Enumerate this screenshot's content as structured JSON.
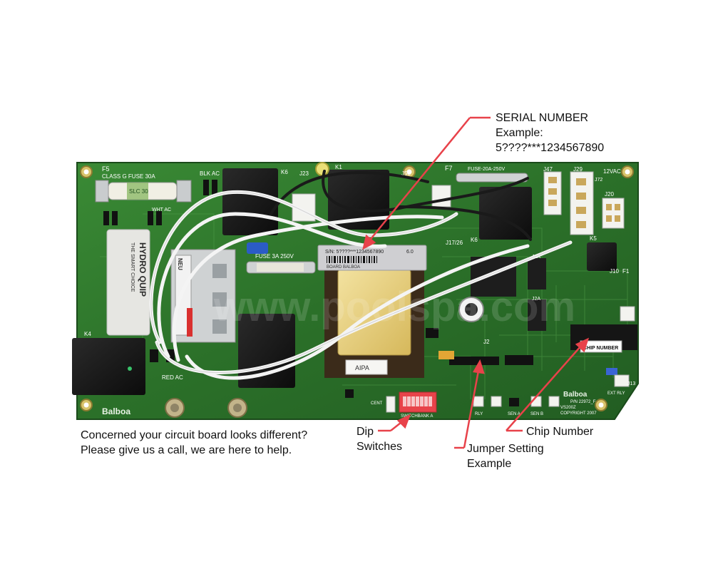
{
  "board": {
    "pcb_color": "#2f7a2e",
    "fuse_f5_label": "F5",
    "fuse_f5_class": "CLASS G  FUSE 30A",
    "fuse_f5_part": "SLC 30",
    "fuse_f7_label": "F7",
    "fuse_f7_rating": "FUSE-20A-250V",
    "fuse_3a_label": "FUSE 3A 250V",
    "k1": "K1",
    "k4": "K4",
    "k5": "K5",
    "k6a": "K6",
    "k6b": "K6",
    "blk_ac": "BLK AC",
    "wht_ac": "WHT AC",
    "red_ac": "RED AC",
    "vac12": "12VAC",
    "j23": "J23",
    "j29": "J29",
    "j20": "J20",
    "j47": "J47",
    "j72": "J72",
    "j50": "J50",
    "j17": "J17/26",
    "j10": "J10",
    "f1": "F1",
    "j2": "J2",
    "j13": "J13",
    "j11a": "J1A",
    "j2a": "J2A",
    "neutral_fragment": "NEU",
    "hydroquip_brand": "HYDRO QUIP",
    "hydroquip_tagline": "THE SMART CHOICE",
    "transformer_label": "AIPA",
    "balboa_logo_left": "Balboa",
    "balboa_logo_right": "Balboa",
    "switchbank_label": "SWITCHBANK A",
    "rly_label": "RLY",
    "ext_rly_label": "EXT RLY",
    "sen_a": "SEN A",
    "sen_b": "SEN B",
    "copyright_text": "COPYRIGHT 2007",
    "part_number": "P/N 22972_F",
    "model_fragment": "VS200Z",
    "cent_label": "CENT",
    "serial_sticker_text": "S/N: 5????***1234567890",
    "serial_sticker_rev": "6.0",
    "serial_sticker_sub": "BOARD BALBOA",
    "chip_sticker_text": "CHIP NUMBER",
    "watermark": "www.poolspa.com"
  },
  "callouts": {
    "serial_title": "SERIAL NUMBER",
    "serial_example_label": "Example:",
    "serial_example_value": "5????***1234567890",
    "dip_line1": "Dip",
    "dip_line2": "Switches",
    "jumper_line1": "Jumper Setting",
    "jumper_line2": "Example",
    "chip_number": "Chip Number",
    "arrow_color": "#e8424a"
  },
  "notice": {
    "line1": "Concerned your circuit board looks different?",
    "line2": "Please give us a call, we are here to help."
  }
}
